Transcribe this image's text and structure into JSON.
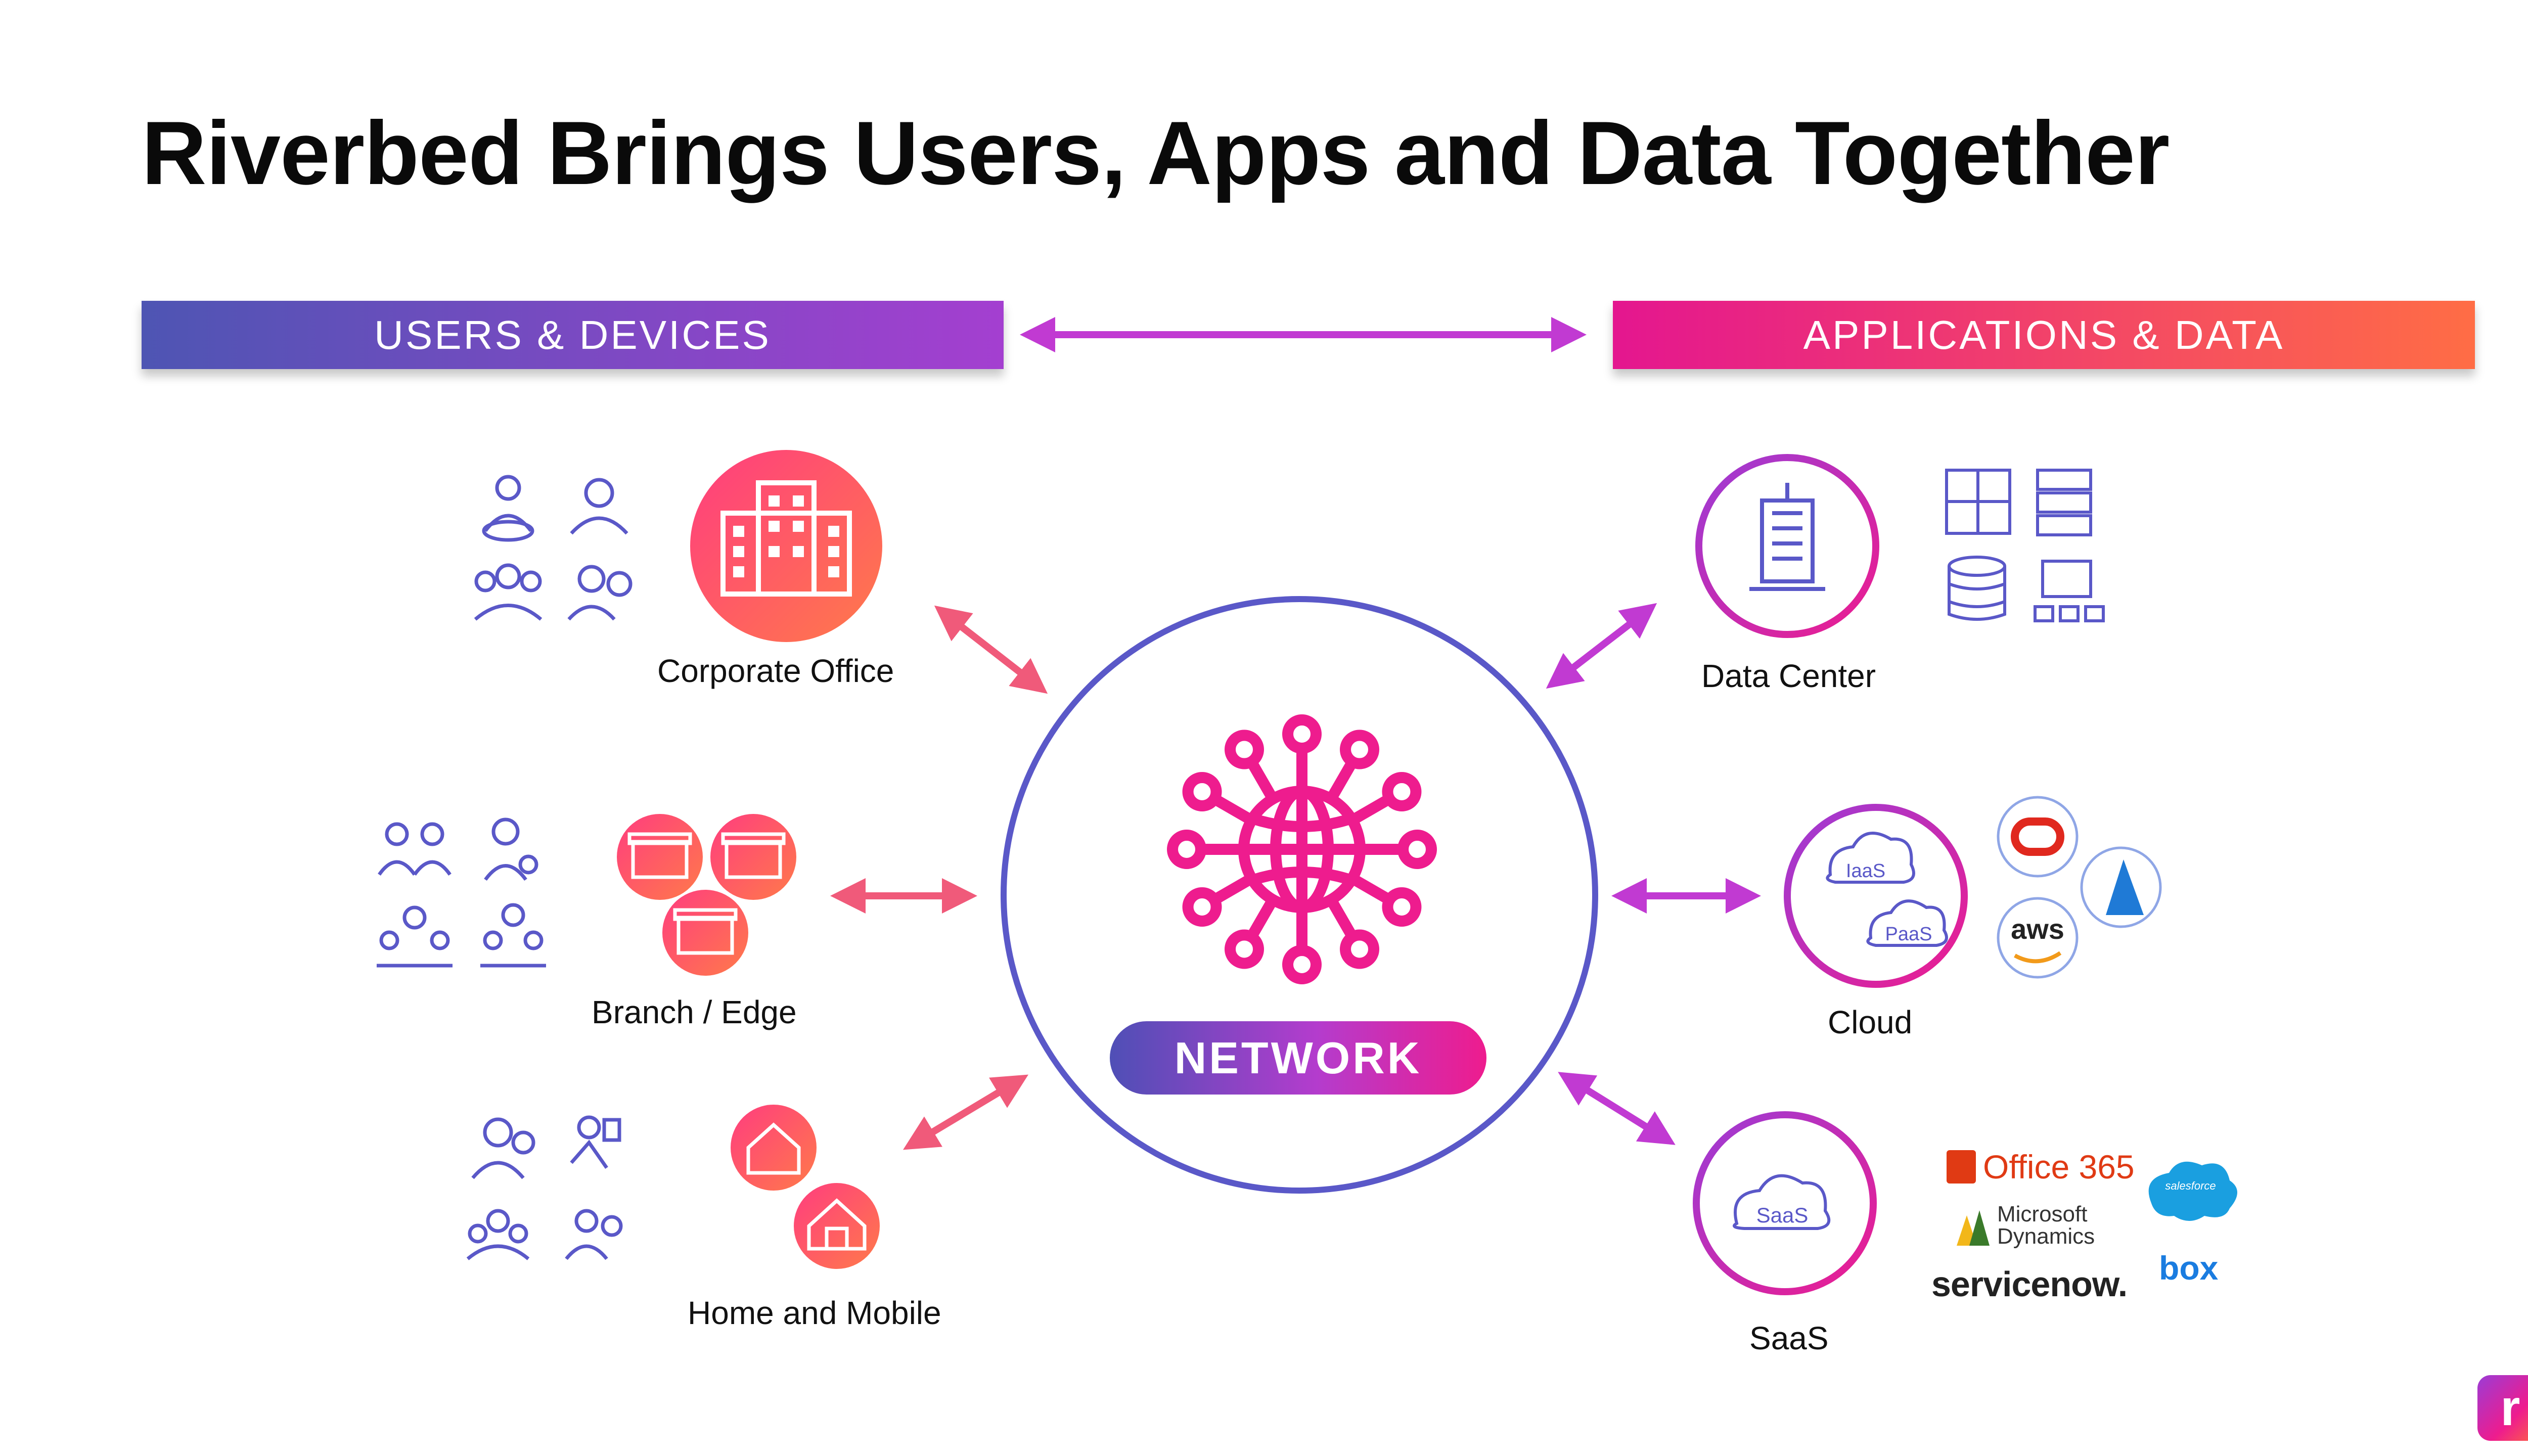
{
  "title": "Riverbed Brings Users, Apps and Data Together",
  "banners": {
    "left": "USERS & DEVICES",
    "right": "APPLICATIONS & DATA"
  },
  "center": {
    "label": "NETWORK"
  },
  "left_nodes": [
    {
      "label": "Corporate Office"
    },
    {
      "label": "Branch / Edge"
    },
    {
      "label": "Home and Mobile"
    }
  ],
  "right_nodes": [
    {
      "label": "Data Center"
    },
    {
      "label": "Cloud",
      "badges": [
        "IaaS",
        "PaaS"
      ]
    },
    {
      "label": "SaaS",
      "badge": "SaaS"
    }
  ],
  "cloud_providers": [
    "aws"
  ],
  "saas_vendors": {
    "office": "Office 365",
    "microsoft": [
      "Microsoft",
      "Dynamics"
    ],
    "servicenow": "servicenow.",
    "salesforce": "salesforce",
    "box": "box"
  },
  "brand_mark": "r",
  "colors": {
    "magenta": "#ee1c8e",
    "purple": "#a43fd0",
    "indigo": "#4e55b3",
    "orange": "#ff6d45",
    "circle_stroke": "#5a58c8"
  },
  "icons": {
    "corporate_office": "office-building-icon",
    "branch": "storefront-icon",
    "home": "house-icon",
    "network": "globe-network-icon",
    "data_center": "skyscraper-icon",
    "cloud": "cloud-icon",
    "saas": "cloud-icon"
  }
}
